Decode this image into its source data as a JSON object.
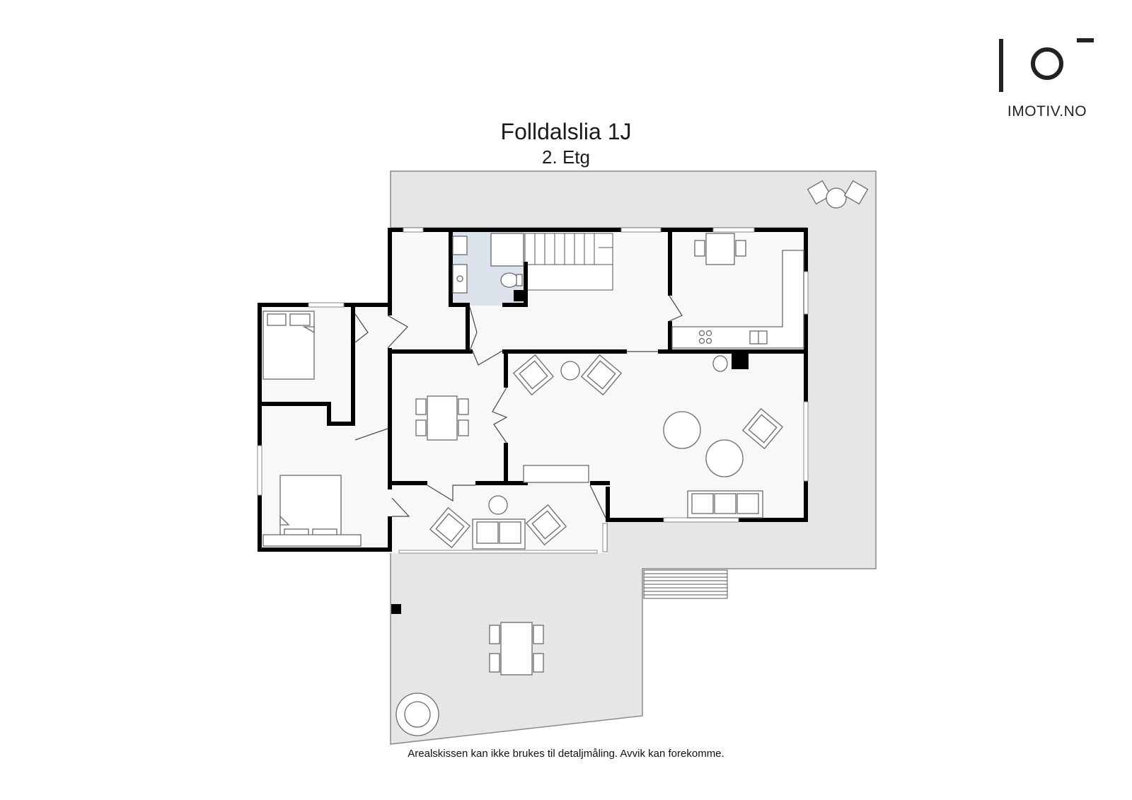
{
  "header": {
    "title": "Folldalslia 1J",
    "subtitle": "2. Etg"
  },
  "brand": {
    "name": "IMOTIV.NO",
    "logo_lettering": "Io",
    "logo_icon": "imotiv-logo-icon"
  },
  "footer": {
    "disclaimer": "Arealskissen kan ikke brukes til detaljmåling. Avvik kan forekomme."
  },
  "colors": {
    "wall": "#000000",
    "floor": "#f8f8f8",
    "terrace": "#e6e6e6",
    "bathroom": "#dde3ec",
    "furniture_stroke": "#6a6a6a"
  }
}
